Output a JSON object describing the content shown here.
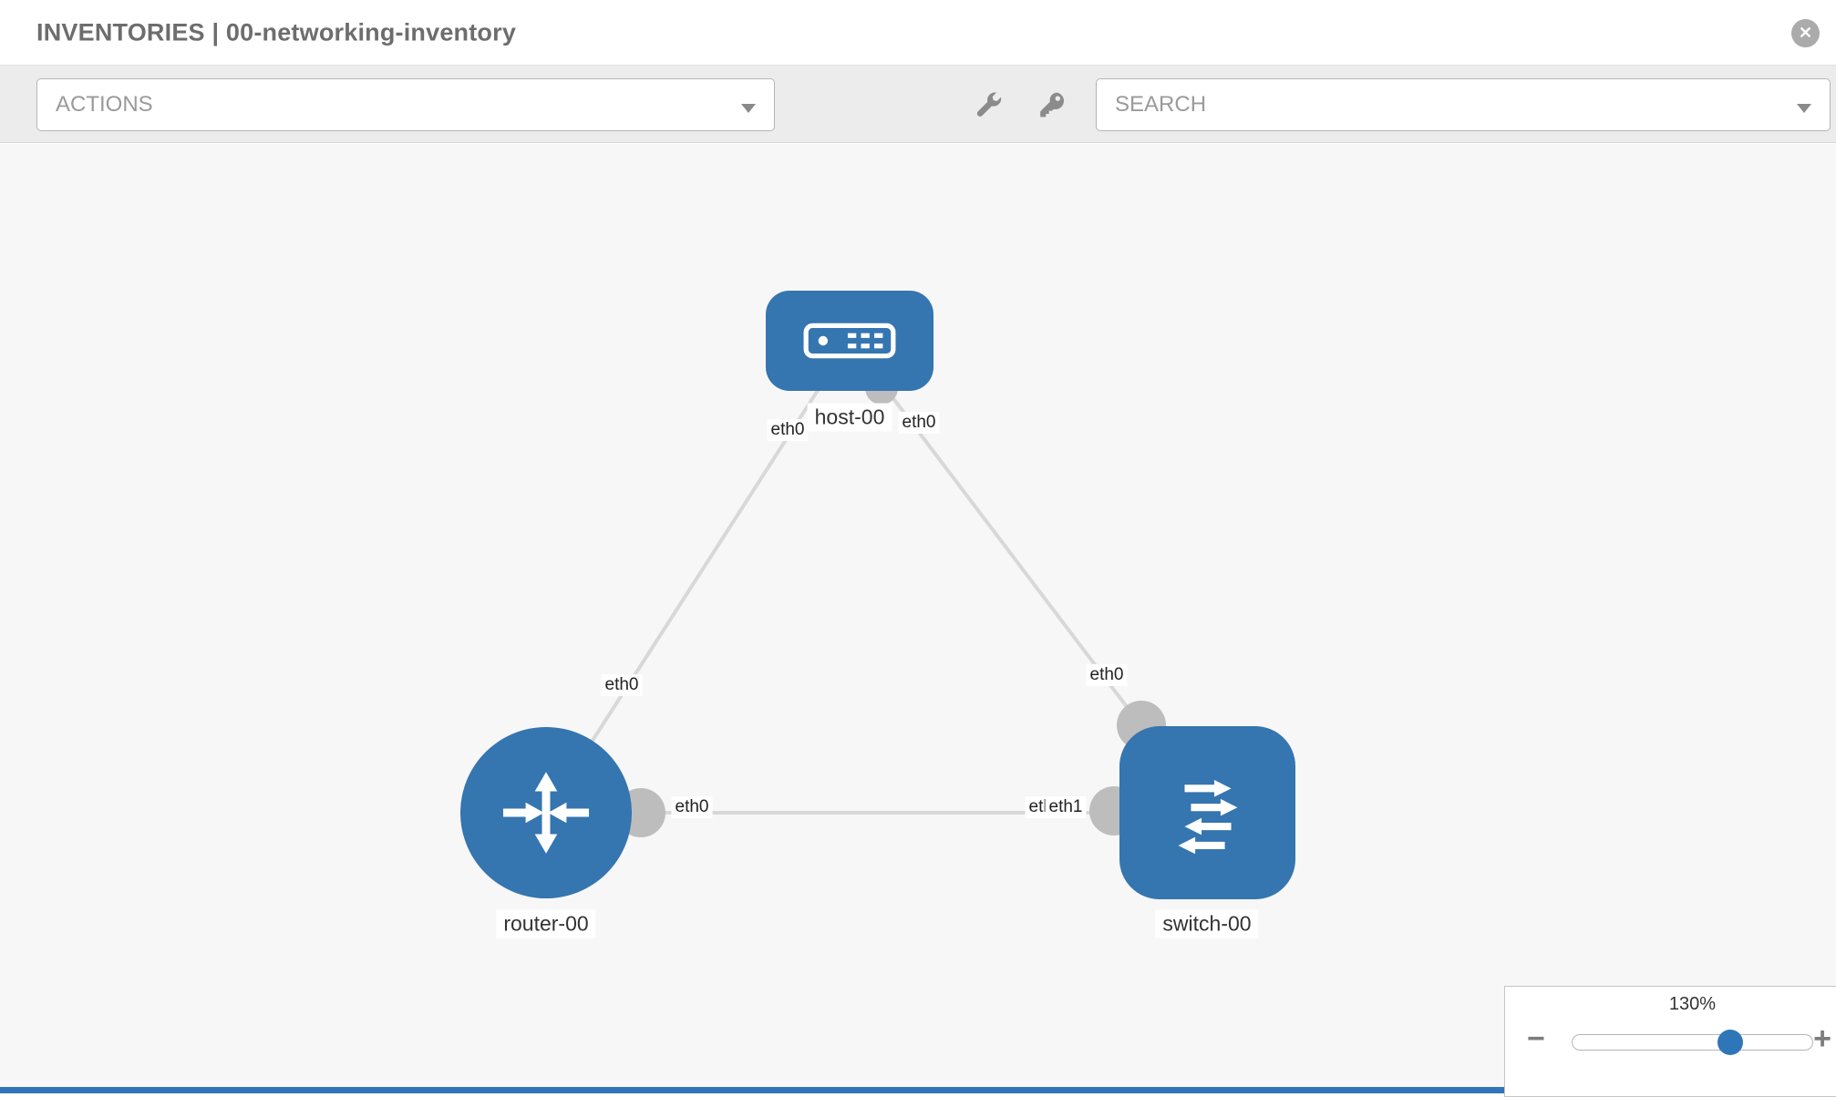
{
  "header": {
    "title": "INVENTORIES | 00-networking-inventory"
  },
  "toolbar": {
    "actions": "ACTIONS",
    "search": "SEARCH",
    "icons": [
      "wrench-icon",
      "key-icon"
    ]
  },
  "topology": {
    "nodes": [
      {
        "label": "host-00",
        "type": "host"
      },
      {
        "label": "router-00",
        "type": "router"
      },
      {
        "label": "switch-00",
        "type": "switch"
      }
    ],
    "links": [
      {
        "from": "host-00",
        "to": "router-00"
      },
      {
        "from": "host-00",
        "to": "switch-00"
      },
      {
        "from": "router-00",
        "to": "switch-00"
      }
    ],
    "interface_labels": {
      "host_router_host": "eth0",
      "host_router_router": "eth0",
      "host_switch_host": "eth0",
      "host_switch_switch": "eth0",
      "router_switch_router": "eth0",
      "router_switch_switch": "eth1",
      "router_switch_switch_behind": "eth0"
    }
  },
  "zoom": {
    "level": "130%",
    "minus": "−",
    "plus": "+"
  },
  "colors": {
    "node_blue": "#3575b0",
    "accent_blue": "#3174b9",
    "link_gray": "#d8d8d8",
    "interface_gray": "#bdbdbd"
  }
}
